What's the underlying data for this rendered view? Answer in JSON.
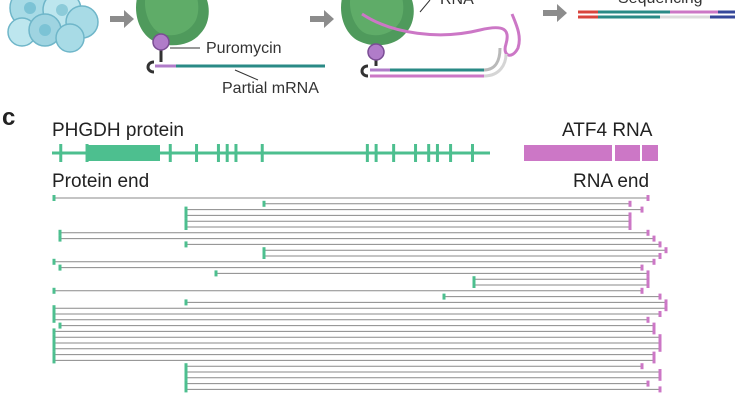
{
  "panel_letter": "c",
  "top_row": {
    "puromycin_label": "Puromycin",
    "partial_mrna_label": "Partial mRNA",
    "rna_label": "RNA",
    "sequencing_label": "Sequencing"
  },
  "tracks": {
    "protein_label": "PHGDH protein",
    "rna_label": "ATF4 RNA",
    "protein_end_label": "Protein end",
    "rna_end_label": "RNA end"
  },
  "colors": {
    "protein": "#4dbf8f",
    "rna": "#cc77c6",
    "ribosome": "#4f9a5c",
    "line": "#8a8a8a",
    "arrow": "#8c8c8c"
  },
  "protein_track_exon_boundaries": [
    0.02,
    0.08,
    0.27,
    0.33,
    0.38,
    0.4,
    0.42,
    0.48,
    0.72,
    0.74,
    0.78,
    0.83,
    0.86,
    0.88,
    0.91,
    0.96
  ],
  "reads": [
    {
      "start": 0.0,
      "end": 0.99
    },
    {
      "start": 0.35,
      "end": 0.96
    },
    {
      "start": 0.22,
      "end": 0.98
    },
    {
      "start": 0.22,
      "end": 0.96
    },
    {
      "start": 0.22,
      "end": 0.96
    },
    {
      "start": 0.22,
      "end": 0.96
    },
    {
      "start": 0.01,
      "end": 0.99
    },
    {
      "start": 0.01,
      "end": 1.0
    },
    {
      "start": 0.22,
      "end": 1.01
    },
    {
      "start": 0.35,
      "end": 1.02
    },
    {
      "start": 0.35,
      "end": 1.01
    },
    {
      "start": 0.0,
      "end": 1.0
    },
    {
      "start": 0.01,
      "end": 0.98
    },
    {
      "start": 0.27,
      "end": 0.99
    },
    {
      "start": 0.7,
      "end": 0.99
    },
    {
      "start": 0.7,
      "end": 0.99
    },
    {
      "start": 0.0,
      "end": 0.98
    },
    {
      "start": 0.65,
      "end": 1.01
    },
    {
      "start": 0.22,
      "end": 1.02
    },
    {
      "start": 0.0,
      "end": 1.02
    },
    {
      "start": 0.0,
      "end": 1.01
    },
    {
      "start": 0.0,
      "end": 0.99
    },
    {
      "start": 0.01,
      "end": 1.0
    },
    {
      "start": 0.0,
      "end": 1.0
    },
    {
      "start": 0.0,
      "end": 1.01
    },
    {
      "start": 0.0,
      "end": 1.01
    },
    {
      "start": 0.0,
      "end": 1.01
    },
    {
      "start": 0.0,
      "end": 1.0
    },
    {
      "start": 0.0,
      "end": 1.0
    },
    {
      "start": 0.22,
      "end": 0.98
    },
    {
      "start": 0.22,
      "end": 1.01
    },
    {
      "start": 0.22,
      "end": 1.01
    },
    {
      "start": 0.22,
      "end": 0.99
    },
    {
      "start": 0.22,
      "end": 1.01
    }
  ]
}
